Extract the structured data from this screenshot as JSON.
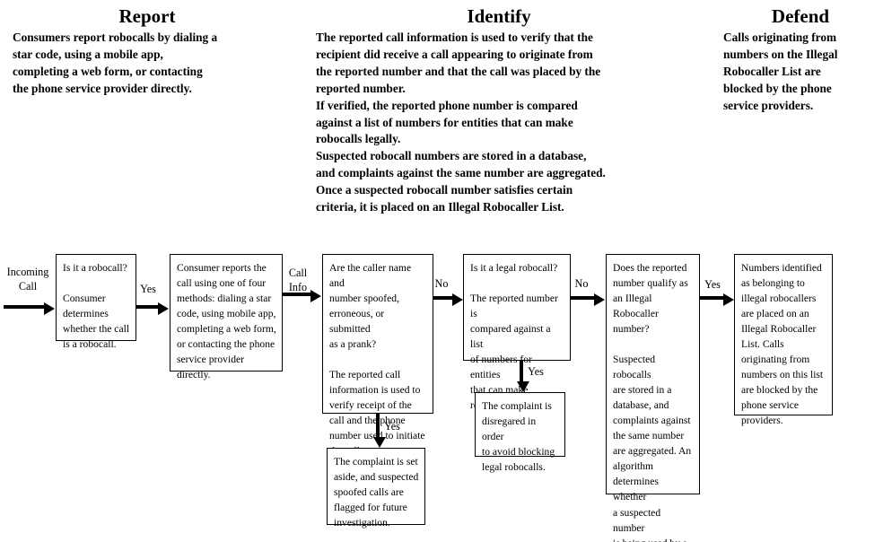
{
  "headers": [
    {
      "id": "report",
      "title": "Report",
      "body": "Consumers report robocalls by dialing a\nstar code, using a mobile app,\ncompleting a web form, or contacting\nthe phone service provider directly."
    },
    {
      "id": "identify",
      "title": "Identify",
      "body": "The reported call information is used to verify that the\nrecipient did receive a call appearing to originate from\nthe reported number and that the call was placed by the\nreported number.\nIf verified, the reported phone number is compared\nagainst a list of numbers for entities that can make\nrobocalls legally.\nSuspected robocall numbers are stored in a database,\nand complaints against the same number are aggregated.\nOnce a suspected robocall number satisfies certain\ncriteria, it is placed on an Illegal Robocaller List."
    },
    {
      "id": "defend",
      "title": "Defend",
      "body": "Calls originating from\nnumbers on the Illegal\nRobocaller List are\nblocked by the phone\nservice providers."
    }
  ],
  "boxes": [
    {
      "id": "is-it-a-robocall",
      "text": "Is it a robocall?\n\nConsumer\ndetermines\nwhether the call\nis a robocall."
    },
    {
      "id": "consumer-reports-call",
      "text": "Consumer reports the\ncall using one of four\nmethods: dialing a star\ncode, using mobile app,\ncompleting a web form,\nor contacting the phone\nservice provider\ndirectly."
    },
    {
      "id": "are-name-and-number-spoofed",
      "text": "Are the caller name and\nnumber spoofed,\nerroneous, or submitted\nas a prank?\n\nThe reported call\ninformation is used to\nverify receipt of the\ncall and the phone\nnumber used to initiate\nthe call."
    },
    {
      "id": "complaint-set-aside",
      "text": "The complaint is set\naside, and suspected\nspoofed calls are\nflagged for future\ninvestigation."
    },
    {
      "id": "is-it-a-legal-robocall",
      "text": "Is it a legal robocall?\n\nThe reported number is\ncompared against a list\nof numbers for entities\nthat can make\nrobocalls legally."
    },
    {
      "id": "complaint-disregarded",
      "text": "The complaint is\ndisregared in order\nto avoid blocking\nlegal robocalls."
    },
    {
      "id": "qualify-as-illegal-robocaller",
      "text": "Does the reported\nnumber qualify as\nan Illegal\nRobocaller\nnumber?\n\nSuspected robocalls\nare stored in a\ndatabase, and\ncomplaints against\nthe same number\nare aggregated.  An\nalgorithm\ndetermines whether\na suspected number\nis being used by a\nrobocaller."
    },
    {
      "id": "numbers-placed-on-list",
      "text": "Numbers identified\nas belonging to\nillegal robocallers\nare placed on an\nIllegal Robocaller\nList.  Calls\noriginating from\nnumbers on this list\nare blocked by the\nphone service\nproviders."
    }
  ],
  "edge_labels": {
    "incoming_call": "Incoming\nCall",
    "yes_robocall": "Yes",
    "call_info": "Call\nInfo",
    "no_spoofed": "No",
    "yes_spoofed": "Yes",
    "no_legal": "No",
    "yes_legal": "Yes",
    "yes_illegal": "Yes"
  },
  "colors": {
    "stroke": "#000000",
    "background": "#ffffff"
  }
}
